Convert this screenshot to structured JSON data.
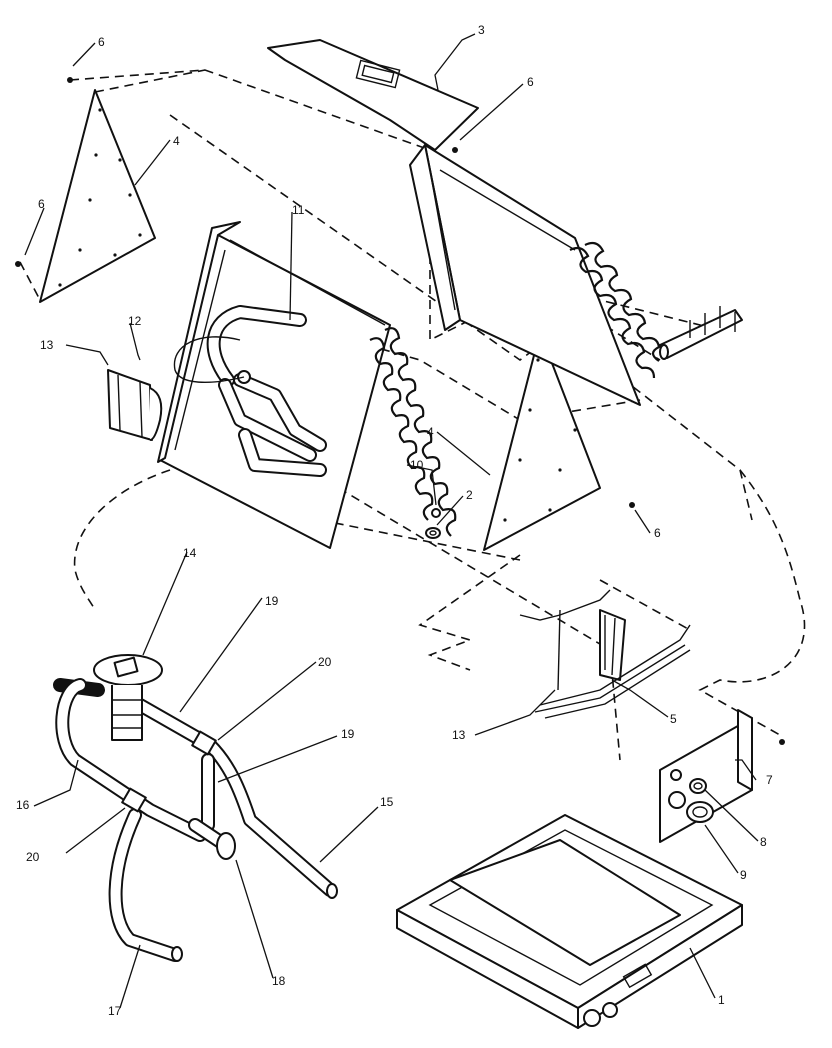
{
  "diagram": {
    "callouts": [
      {
        "id": "c1",
        "text": "1"
      },
      {
        "id": "c2",
        "text": "2"
      },
      {
        "id": "c3",
        "text": "3"
      },
      {
        "id": "c4a",
        "text": "4"
      },
      {
        "id": "c4b",
        "text": "4"
      },
      {
        "id": "c5",
        "text": "5"
      },
      {
        "id": "c6a",
        "text": "6"
      },
      {
        "id": "c6b",
        "text": "6"
      },
      {
        "id": "c6c",
        "text": "6"
      },
      {
        "id": "c6d",
        "text": "6"
      },
      {
        "id": "c7",
        "text": "7"
      },
      {
        "id": "c8",
        "text": "8"
      },
      {
        "id": "c9",
        "text": "9"
      },
      {
        "id": "c10",
        "text": "10"
      },
      {
        "id": "c11",
        "text": "11"
      },
      {
        "id": "c12",
        "text": "12"
      },
      {
        "id": "c13a",
        "text": "13"
      },
      {
        "id": "c13b",
        "text": "13"
      },
      {
        "id": "c14",
        "text": "14"
      },
      {
        "id": "c15",
        "text": "15"
      },
      {
        "id": "c16",
        "text": "16"
      },
      {
        "id": "c17",
        "text": "17"
      },
      {
        "id": "c18",
        "text": "18"
      },
      {
        "id": "c19a",
        "text": "19"
      },
      {
        "id": "c19b",
        "text": "19"
      },
      {
        "id": "c20a",
        "text": "20"
      },
      {
        "id": "c20b",
        "text": "20"
      }
    ]
  }
}
